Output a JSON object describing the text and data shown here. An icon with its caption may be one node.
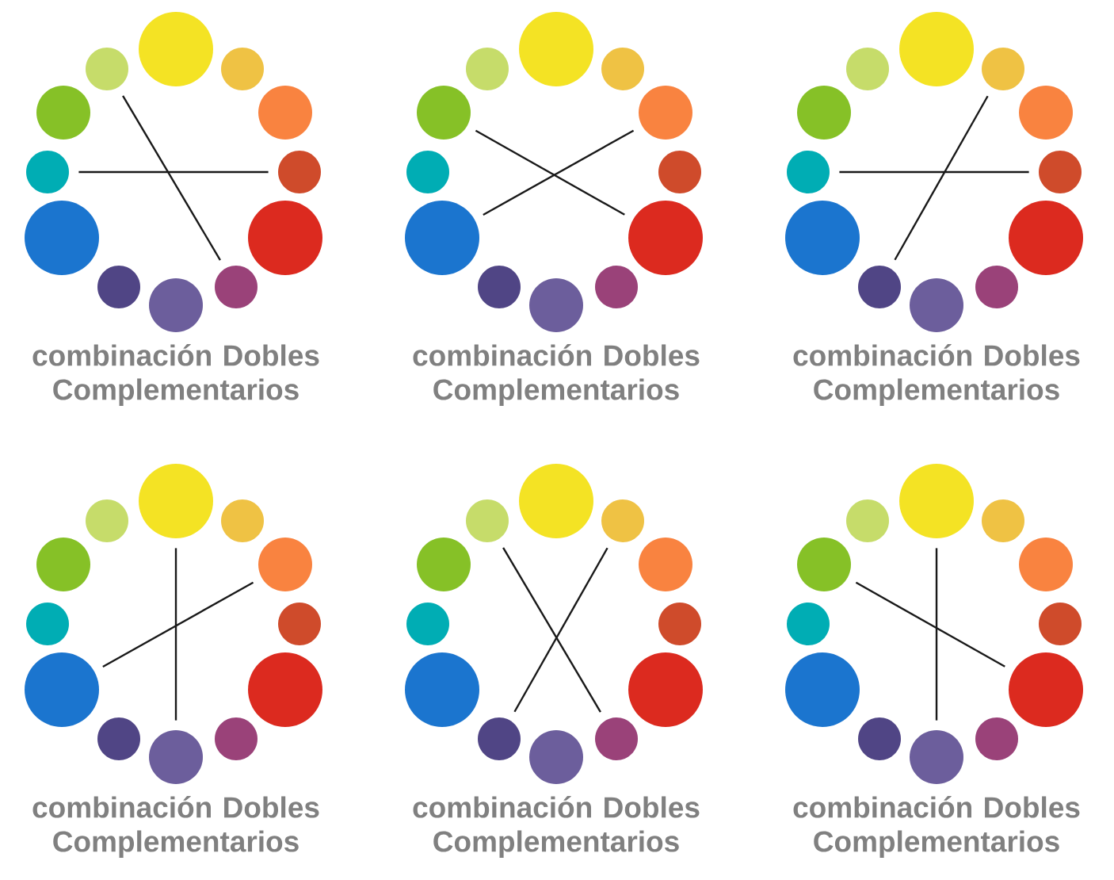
{
  "diagram": {
    "nodes": [
      {
        "text": [],
        "shape": "circle"
      },
      {
        "text": [],
        "shape": "circle"
      },
      {
        "text": [],
        "shape": "circle"
      },
      {
        "text": [],
        "shape": "circle"
      },
      {
        "text": [],
        "shape": "circle"
      },
      {
        "text": [],
        "shape": "circle"
      },
      {
        "text": [],
        "shape": "circle"
      },
      {
        "text": [],
        "shape": "circle"
      },
      {
        "text": [],
        "shape": "circle"
      },
      {
        "text": [],
        "shape": "circle"
      },
      {
        "text": [],
        "shape": "circle"
      },
      {
        "text": [],
        "shape": "circle"
      },
      {
        "text": [],
        "shape": "circle"
      },
      {
        "text": [],
        "shape": "circle"
      },
      {
        "text": [],
        "shape": "circle"
      },
      {
        "text": [],
        "shape": "circle"
      },
      {
        "text": [],
        "shape": "circle"
      },
      {
        "text": [],
        "shape": "circle"
      },
      {
        "text": [],
        "shape": "circle"
      },
      {
        "text": [],
        "shape": "circle"
      },
      {
        "text": [],
        "shape": "circle"
      },
      {
        "text": [],
        "shape": "circle"
      },
      {
        "text": [],
        "shape": "circle"
      },
      {
        "text": [],
        "shape": "circle"
      },
      {
        "text": [],
        "shape": "circle"
      },
      {
        "text": [],
        "shape": "circle"
      },
      {
        "text": [],
        "shape": "circle"
      },
      {
        "text": [],
        "shape": "circle"
      },
      {
        "text": [],
        "shape": "circle"
      },
      {
        "text": [],
        "shape": "circle"
      },
      {
        "text": [],
        "shape": "circle"
      },
      {
        "text": [],
        "shape": "circle"
      },
      {
        "text": [],
        "shape": "circle"
      },
      {
        "text": [],
        "shape": "circle"
      },
      {
        "text": [],
        "shape": "circle"
      },
      {
        "text": [],
        "shape": "circle"
      },
      {
        "text": [],
        "shape": "circle"
      },
      {
        "text": [],
        "shape": "circle"
      },
      {
        "text": [],
        "shape": "circle"
      },
      {
        "text": [],
        "shape": "circle"
      },
      {
        "text": [],
        "shape": "circle"
      },
      {
        "text": [],
        "shape": "circle"
      },
      {
        "text": [],
        "shape": "circle"
      },
      {
        "text": [],
        "shape": "circle"
      },
      {
        "text": [],
        "shape": "circle"
      },
      {
        "text": [],
        "shape": "circle"
      },
      {
        "text": [],
        "shape": "circle"
      },
      {
        "text": [],
        "shape": "circle"
      },
      {
        "text": [],
        "shape": "circle"
      },
      {
        "text": [],
        "shape": "circle"
      },
      {
        "text": [],
        "shape": "circle"
      },
      {
        "text": [],
        "shape": "circle"
      },
      {
        "text": [],
        "shape": "circle"
      },
      {
        "text": [],
        "shape": "circle"
      },
      {
        "text": [],
        "shape": "circle"
      },
      {
        "text": [],
        "shape": "circle"
      },
      {
        "text": [],
        "shape": "circle"
      },
      {
        "text": [],
        "shape": "circle"
      },
      {
        "text": [],
        "shape": "circle"
      },
      {
        "text": [],
        "shape": "circle"
      },
      {
        "text": [],
        "shape": "circle"
      },
      {
        "text": [],
        "shape": "circle"
      },
      {
        "text": [],
        "shape": "circle"
      },
      {
        "text": [],
        "shape": "circle"
      },
      {
        "text": [],
        "shape": "circle"
      },
      {
        "text": [],
        "shape": "circle"
      },
      {
        "text": [],
        "shape": "circle"
      },
      {
        "text": [],
        "shape": "circle"
      },
      {
        "text": [],
        "shape": "circle"
      },
      {
        "text": [],
        "shape": "circle"
      },
      {
        "text": [],
        "shape": "circle"
      },
      {
        "text": [],
        "shape": "circle"
      }
    ],
    "edges": [
      {
        "from": 11,
        "to": 5,
        "arrow": "none"
      },
      {
        "from": 9,
        "to": 3,
        "arrow": "none"
      },
      {
        "from": 22,
        "to": 16,
        "arrow": "none"
      },
      {
        "from": 14,
        "to": 20,
        "arrow": "none"
      },
      {
        "from": 25,
        "to": 31,
        "arrow": "none"
      },
      {
        "from": 33,
        "to": 27,
        "arrow": "none"
      },
      {
        "from": 36,
        "to": 42,
        "arrow": "none"
      },
      {
        "from": 38,
        "to": 44,
        "arrow": "none"
      },
      {
        "from": 59,
        "to": 53,
        "arrow": "none"
      },
      {
        "from": 49,
        "to": 55,
        "arrow": "none"
      },
      {
        "from": 60,
        "to": 66,
        "arrow": "none"
      },
      {
        "from": 70,
        "to": 64,
        "arrow": "none"
      }
    ],
    "labels": [
      "combinación Dobles Complementarios",
      "combinación Dobles Complementarios",
      "combinación Dobles Complementarios",
      "combinación Dobles Complementarios",
      "combinación Dobles Complementarios",
      "combinación Dobles Complementarios"
    ]
  }
}
